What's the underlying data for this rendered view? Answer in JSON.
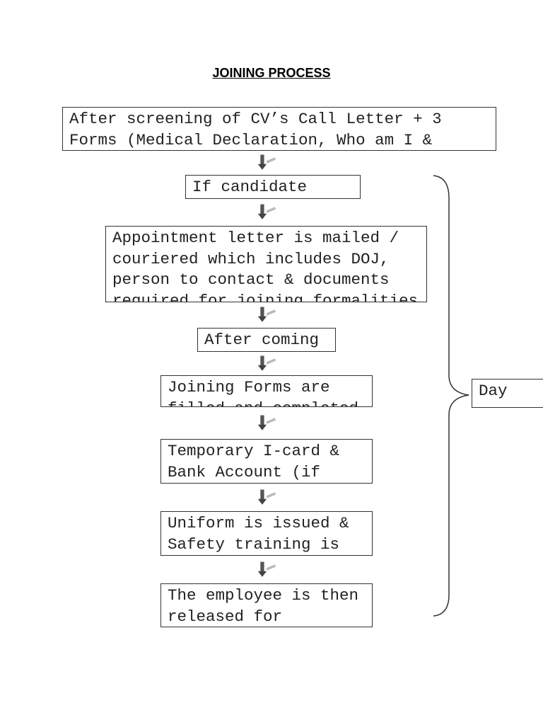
{
  "title": "JOINING PROCESS",
  "steps": [
    {
      "lines": [
        "After screening of CV’s Call Letter + 3",
        "Forms (Medical Declaration, Who am I &"
      ]
    },
    {
      "lines": [
        "If candidate"
      ]
    },
    {
      "lines": [
        "Appointment letter is mailed /",
        "couriered which includes DOJ,",
        "person to contact & documents",
        "required for joining formalities"
      ]
    },
    {
      "lines": [
        "After coming"
      ]
    },
    {
      "lines": [
        "Joining Forms are",
        "filled and completed"
      ]
    },
    {
      "lines": [
        "Temporary I-card &",
        "Bank Account (if"
      ]
    },
    {
      "lines": [
        "Uniform is issued &",
        "Safety training is"
      ]
    },
    {
      "lines": [
        "The employee is then",
        "released for"
      ]
    }
  ],
  "brace_label": "Day",
  "icons": {
    "connector": "down-arrow-icon",
    "group": "right-brace"
  }
}
